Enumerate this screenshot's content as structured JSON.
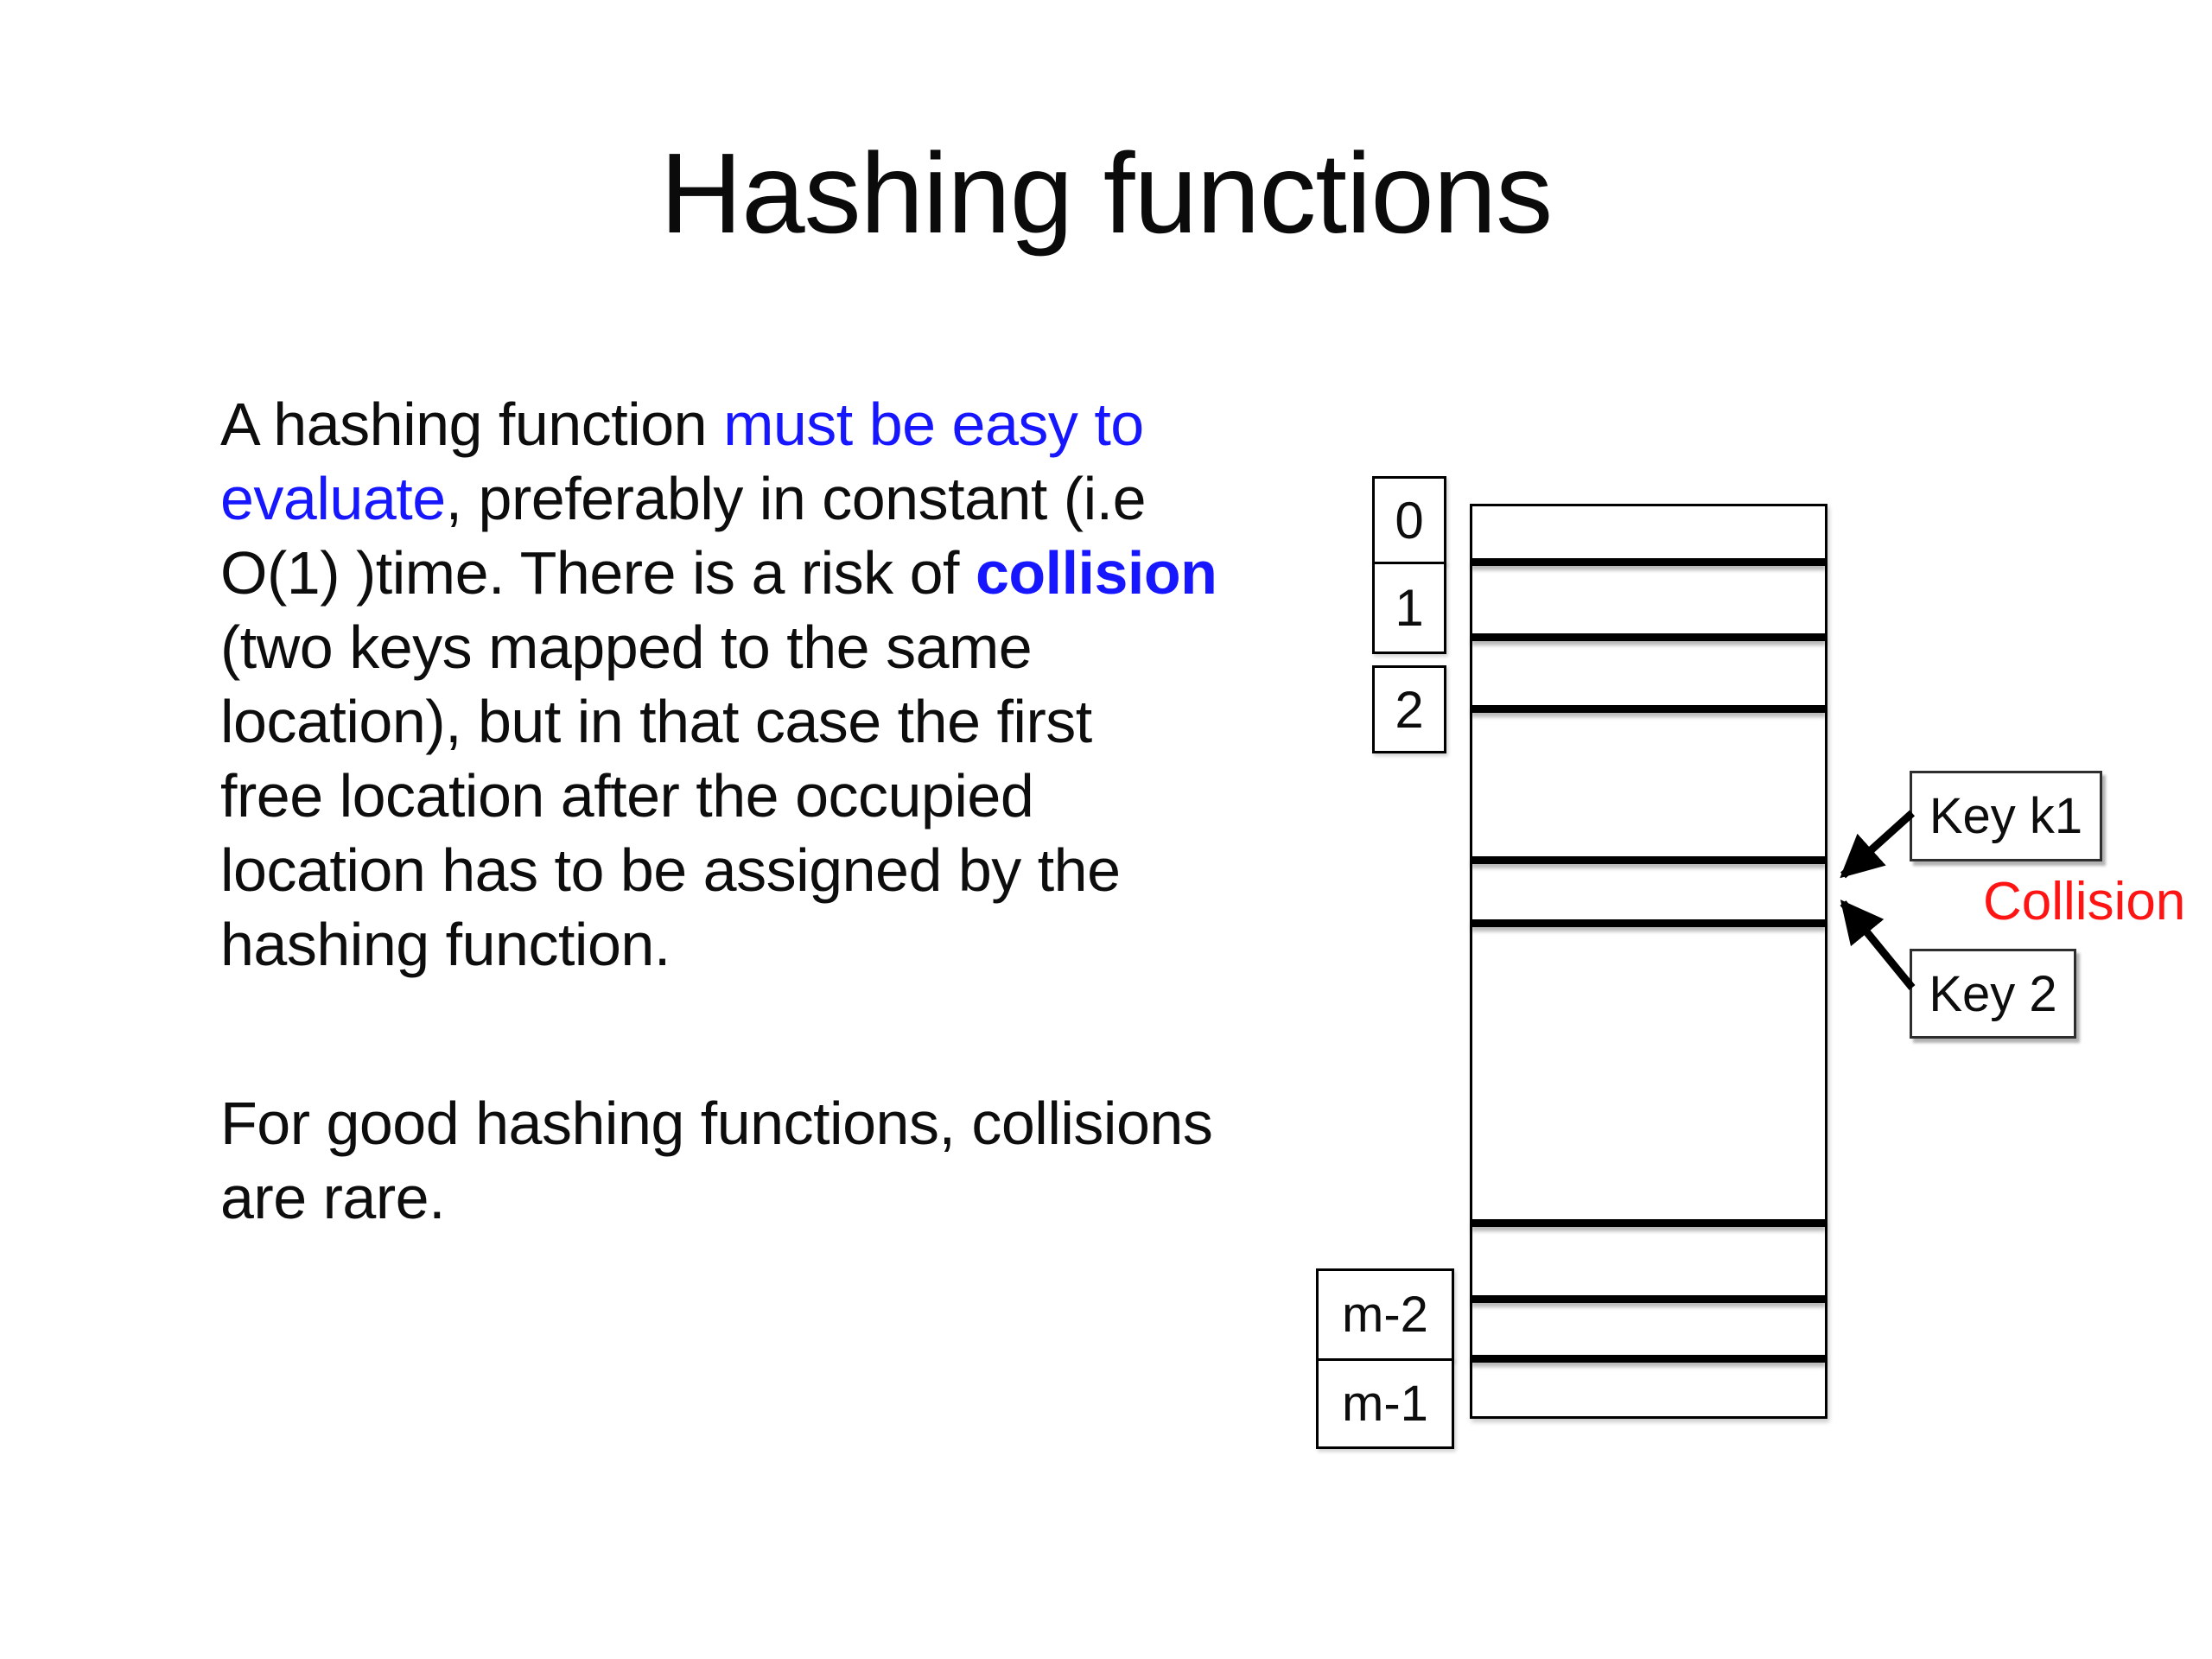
{
  "slide": {
    "title": "Hashing functions",
    "body": {
      "paragraph1_lines": [
        {
          "runs": [
            {
              "text": "A hashing function ",
              "style": "normal"
            },
            {
              "text": "must be easy to",
              "style": "blue"
            }
          ]
        },
        {
          "runs": [
            {
              "text": "evaluate",
              "style": "blue"
            },
            {
              "text": ", preferably in constant (i.e",
              "style": "normal"
            }
          ]
        },
        {
          "runs": [
            {
              "text": "O(1) )time. There is a risk of ",
              "style": "normal"
            },
            {
              "text": "collision",
              "style": "blue-bold"
            }
          ]
        },
        {
          "runs": [
            {
              "text": "(two keys mapped to the same",
              "style": "normal"
            }
          ]
        },
        {
          "runs": [
            {
              "text": "location), but in that case the first",
              "style": "normal"
            }
          ]
        },
        {
          "runs": [
            {
              "text": "free location after the occupied",
              "style": "normal"
            }
          ]
        },
        {
          "runs": [
            {
              "text": "location has to be assigned by the",
              "style": "normal"
            }
          ]
        },
        {
          "runs": [
            {
              "text": "hashing function.",
              "style": "normal"
            }
          ]
        }
      ],
      "paragraph2_lines": [
        {
          "runs": [
            {
              "text": "For good hashing functions, collisions",
              "style": "normal"
            }
          ]
        },
        {
          "runs": [
            {
              "text": "are rare.",
              "style": "normal"
            }
          ]
        }
      ]
    },
    "diagram": {
      "top_index_labels": [
        "0",
        "1",
        "2"
      ],
      "bottom_index_labels": [
        "m-2",
        "m-1"
      ],
      "key1_label": "Key k1",
      "key2_label": "Key 2",
      "collision_label": "Collision"
    },
    "colors": {
      "highlight_blue": "#1717FF",
      "collision_red": "#FF1414",
      "diagram_black": "#000000"
    }
  }
}
